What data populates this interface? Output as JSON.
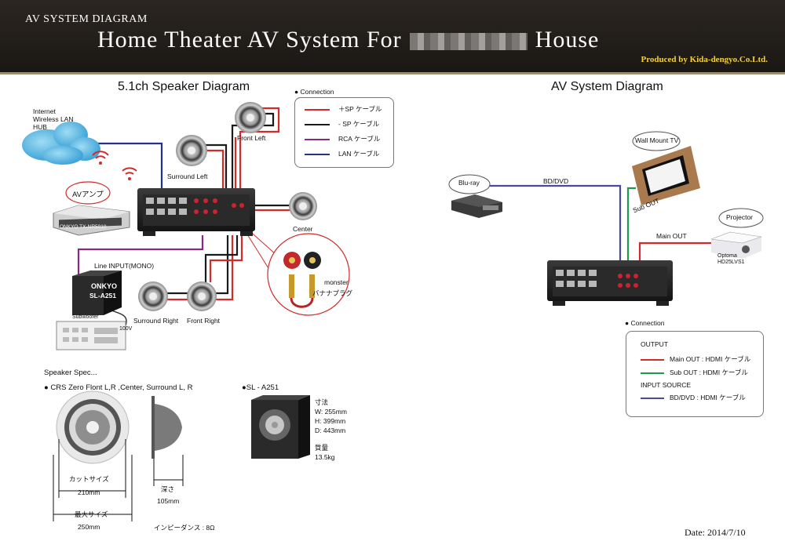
{
  "header": {
    "subtitle": "AV SYSTEM DIAGRAM",
    "title_left": "Home Theater AV System For",
    "title_right": "House",
    "producer": "Produced by Kida-dengyo.Co.Ltd."
  },
  "speaker_diagram": {
    "title": "5.1ch  Speaker Diagram",
    "internet_label": "Internet\nWireless LAN\nHUB",
    "av_amp_label": "AVアンプ",
    "front_left": "Front Left",
    "surround_left": "Surround Left",
    "center": "Center",
    "surround_right": "Surround Right",
    "front_right": "Front Right",
    "line_input": "Line  INPUT(MONO)",
    "subwoofer_brand": "ONKYO",
    "subwoofer_model": "SL-A251",
    "subwoofer_label": "Subwoofer",
    "voltage": "100V",
    "monster": "monster",
    "banana_plug": "バナナプラグ",
    "amp_badge": "ONKYO TX-NR5010"
  },
  "connection_legend": {
    "title": "● Connection",
    "items": [
      {
        "label": "＋SP ケーブル",
        "color": "#d42a2a"
      },
      {
        "label": "- SP ケーブル",
        "color": "#1a1a1a"
      },
      {
        "label": "RCA ケーブル",
        "color": "#8a2a7a"
      },
      {
        "label": "LAN ケーブル",
        "color": "#23318c"
      }
    ]
  },
  "av_diagram": {
    "title": "AV System Diagram",
    "bluray": "Blu-ray",
    "bd_dvd": "BD/DVD",
    "wall_tv": "Wall Mount TV",
    "sub_out": "Sub OUT",
    "main_out": "Main OUT",
    "projector": "Projector",
    "projector_model": "Optoma\nHD25LVS1"
  },
  "av_legend": {
    "title": "● Connection",
    "output_heading": "OUTPUT",
    "input_heading": "INPUT SOURCE",
    "items": [
      {
        "label": "Main OUT : HDMI ケーブル",
        "color": "#d42a2a"
      },
      {
        "label": "Sub OUT : HDMI ケーブル",
        "color": "#1e9a4a"
      },
      {
        "label": "BD/DVD : HDMI ケーブル",
        "color": "#4a4a9a"
      }
    ]
  },
  "speaker_spec": {
    "heading": "Speaker Spec...",
    "crs_title": "● CRS Zero   Flont L,R ,Center,  Surround L, R",
    "sl_title": "●SL - A251",
    "cut_size_label": "カットサイズ",
    "cut_size": "210mm",
    "max_size_label": "最大サイズ",
    "max_size": "250mm",
    "depth_label": "深さ",
    "depth": "105mm",
    "impedance": "インピーダンス : 8Ω",
    "dims_label": "寸法",
    "width": "W: 255mm",
    "height": "H: 399mm",
    "depth_sl": "D: 443mm",
    "weight_label": "質量",
    "weight": "13.5kg"
  },
  "date": "Date:  2014/7/10"
}
